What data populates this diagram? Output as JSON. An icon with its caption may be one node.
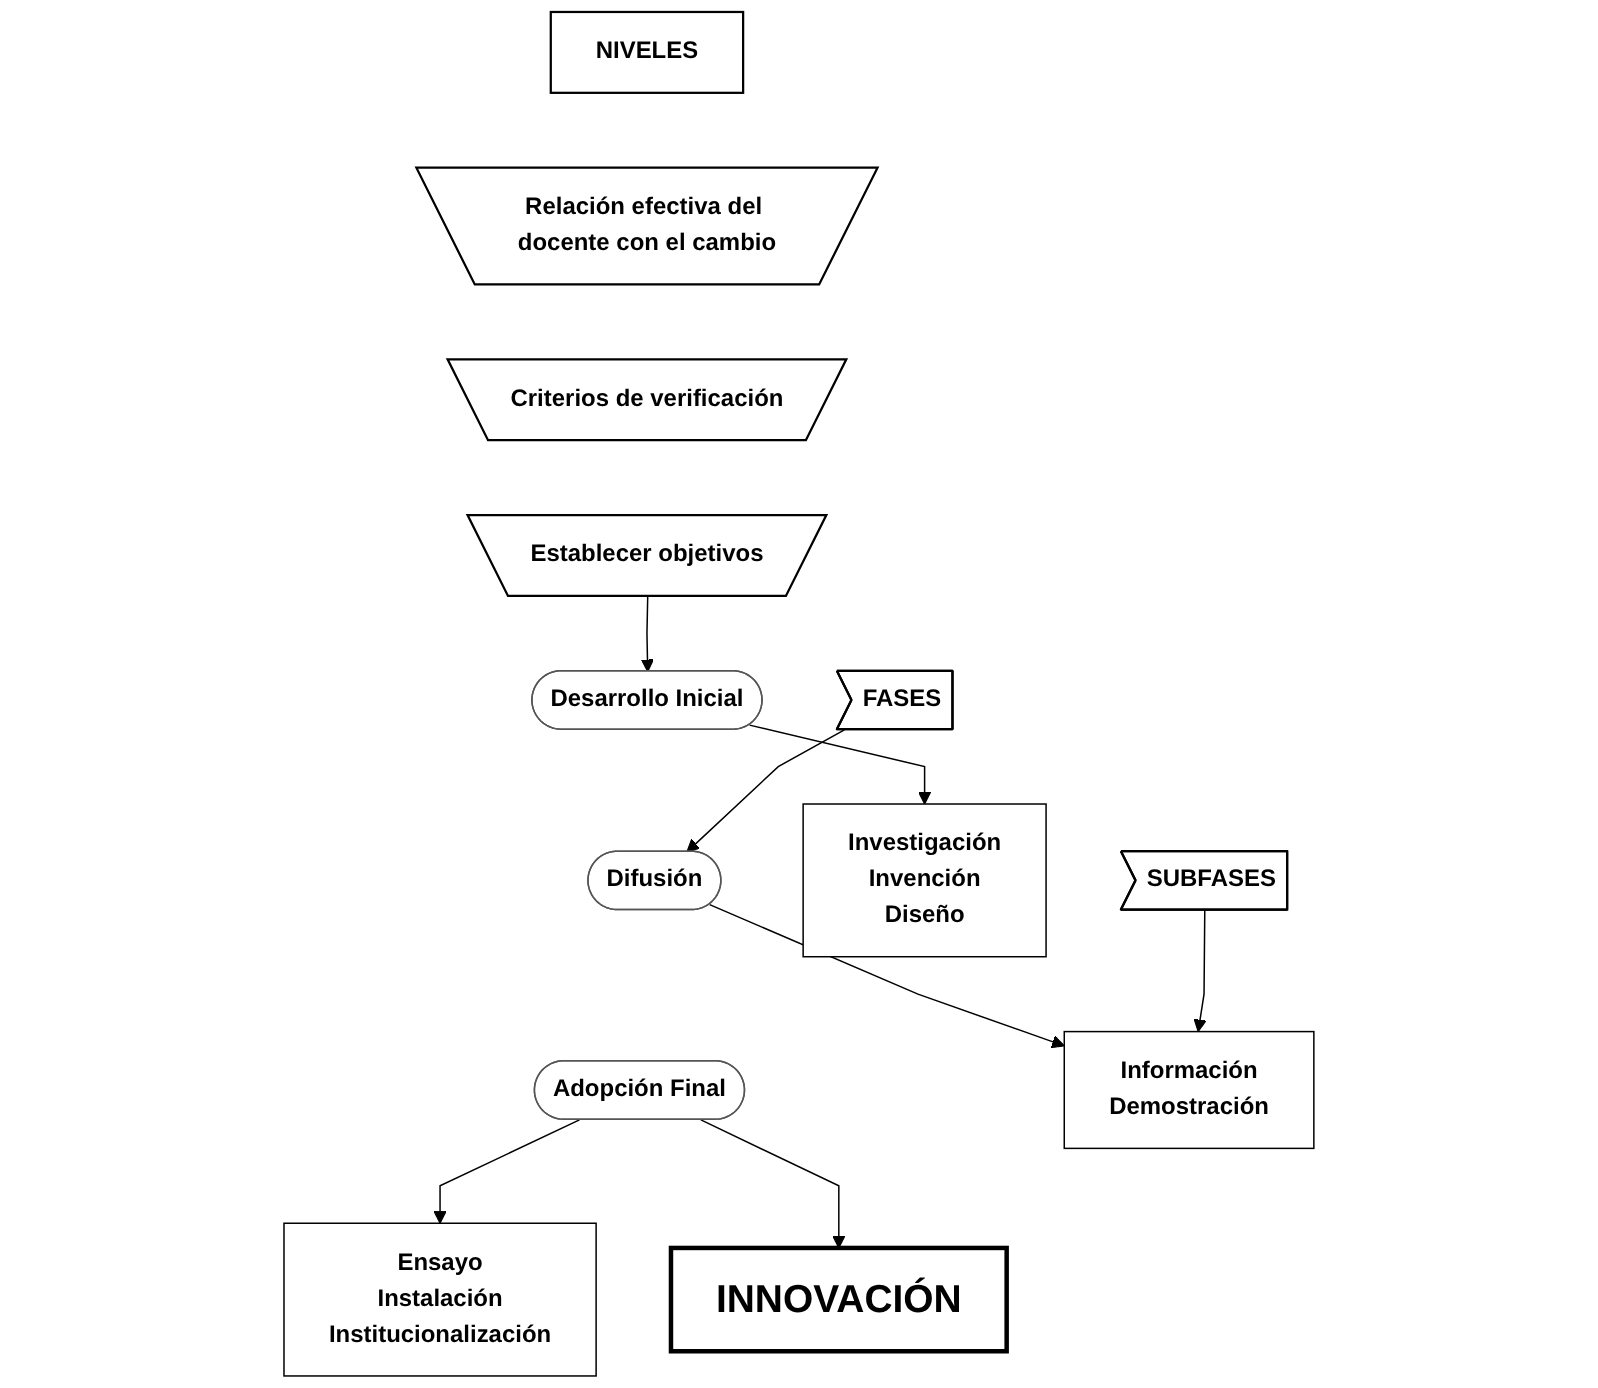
{
  "diagram": {
    "nodes": [
      {
        "text": [
          "NIVELES"
        ]
      },
      {
        "text": [
          "Relación efectiva del docente con el cambio"
        ]
      },
      {
        "text": [
          "Criterios de verificación"
        ]
      },
      {
        "text": [
          "Establecer objetivos"
        ]
      },
      {
        "text": [
          "Desarrollo Inicial"
        ]
      },
      {
        "text": [
          "Difusión"
        ]
      },
      {
        "text": [
          "Adopción Final"
        ]
      },
      {
        "text": [
          "FASES"
        ]
      },
      {
        "text": [
          "Investigación",
          "Invención",
          "Diseño"
        ]
      },
      {
        "text": [
          "Información",
          "Demostración"
        ]
      },
      {
        "text": [
          "Ensayo",
          "Instalación",
          "Institucionalización"
        ]
      },
      {
        "text": [
          "SUBFASES"
        ]
      },
      {
        "text": [
          "INNOVACIÓN"
        ]
      }
    ],
    "edges": [
      {
        "from": 3,
        "to": 4,
        "arrow": "to"
      },
      {
        "from": 7,
        "to": 5,
        "arrow": "to"
      },
      {
        "from": 4,
        "to": 8,
        "arrow": "to"
      },
      {
        "from": 5,
        "to": 9,
        "arrow": "to"
      },
      {
        "from": 6,
        "to": 10,
        "arrow": "to"
      },
      {
        "from": 11,
        "to": 9,
        "arrow": "to"
      },
      {
        "from": 6,
        "to": 12,
        "arrow": "to"
      }
    ]
  }
}
